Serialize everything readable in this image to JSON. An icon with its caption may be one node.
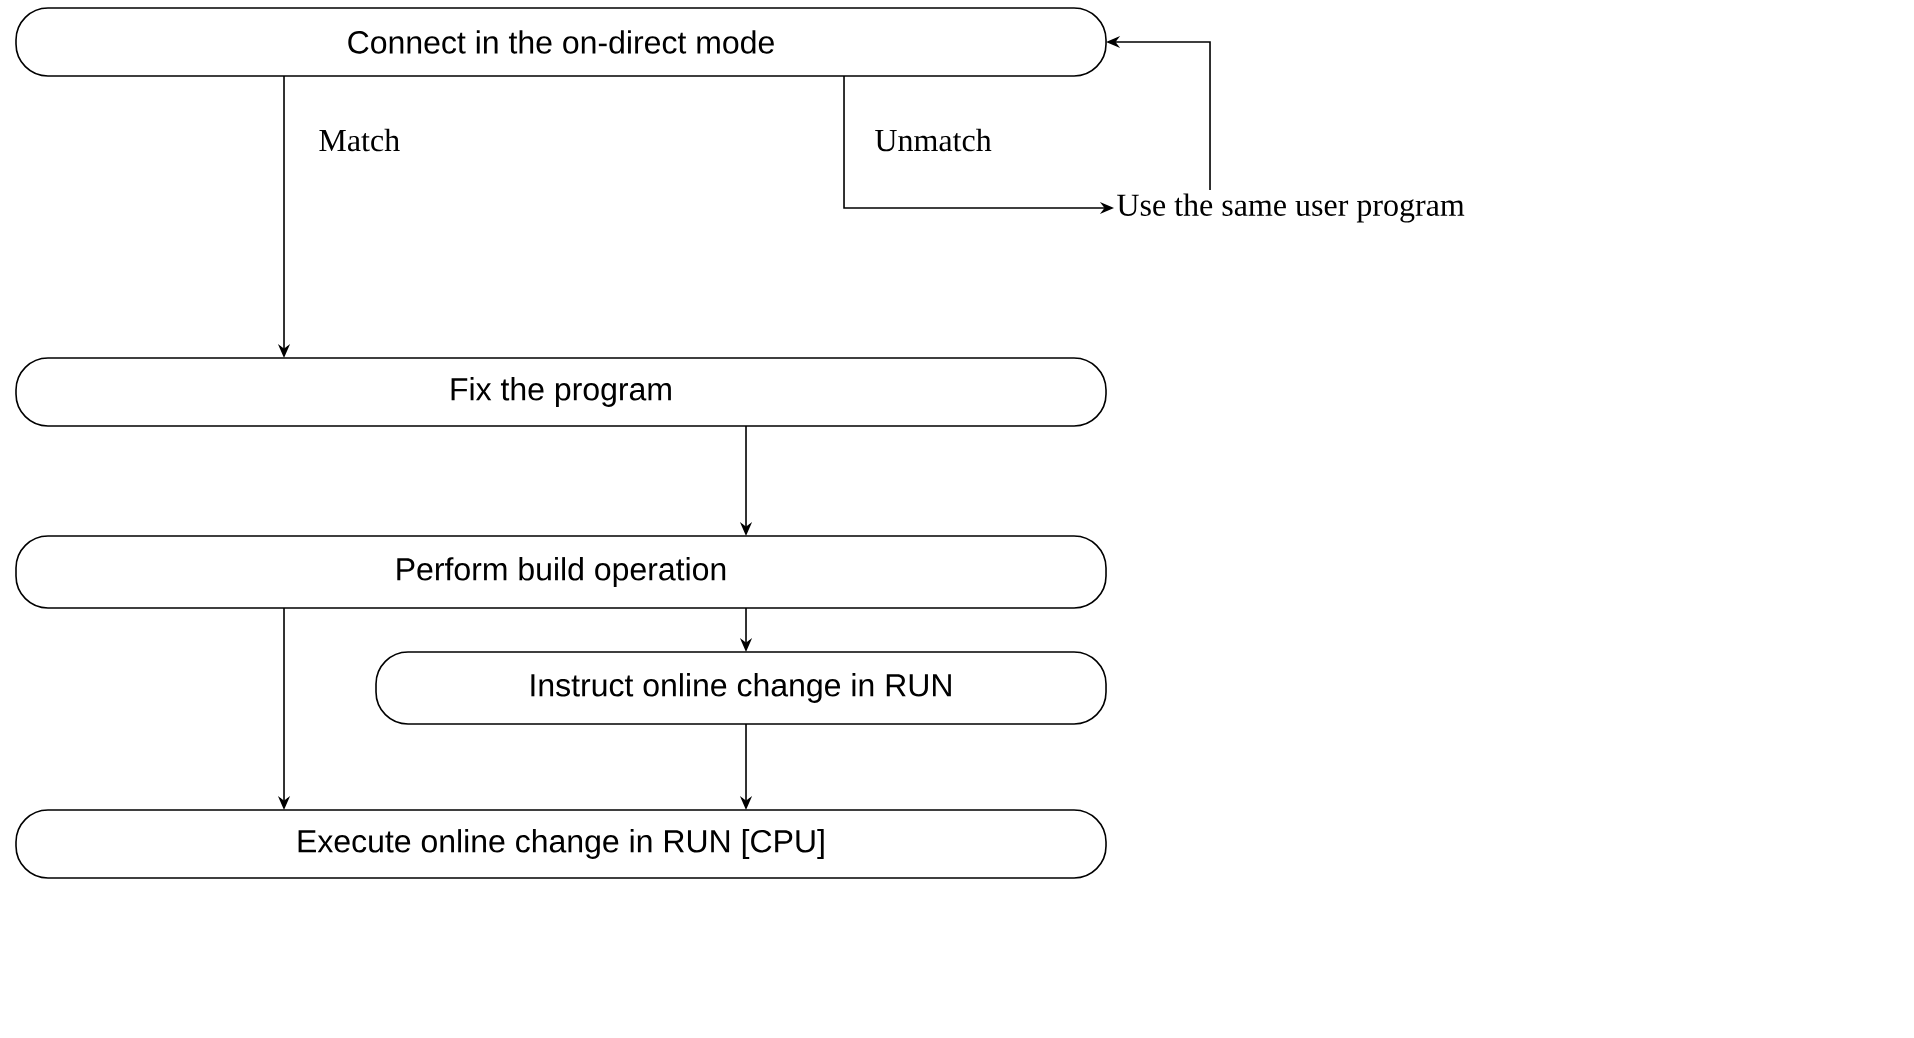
{
  "diagram": {
    "nodes": [
      {
        "text": [
          "Connect in the on-direct mode"
        ]
      },
      {
        "text": [
          "Use the same user program"
        ]
      },
      {
        "text": [
          "Fix the program"
        ]
      },
      {
        "text": [
          "Perform build operation"
        ]
      },
      {
        "text": [
          "Instruct online change in RUN"
        ]
      },
      {
        "text": [
          "Execute online change in RUN [CPU]"
        ]
      }
    ],
    "edges": [
      {
        "from": 0,
        "to": 2,
        "arrow": "to",
        "label": "Match"
      },
      {
        "from": 0,
        "to": 1,
        "arrow": "to",
        "label": "Unmatch"
      },
      {
        "from": 1,
        "to": 0,
        "arrow": "to"
      },
      {
        "from": 2,
        "to": 3,
        "arrow": "to"
      },
      {
        "from": 3,
        "to": 4,
        "arrow": "to"
      },
      {
        "from": 3,
        "to": 5,
        "arrow": "to"
      },
      {
        "from": 4,
        "to": 5,
        "arrow": "to"
      }
    ]
  }
}
